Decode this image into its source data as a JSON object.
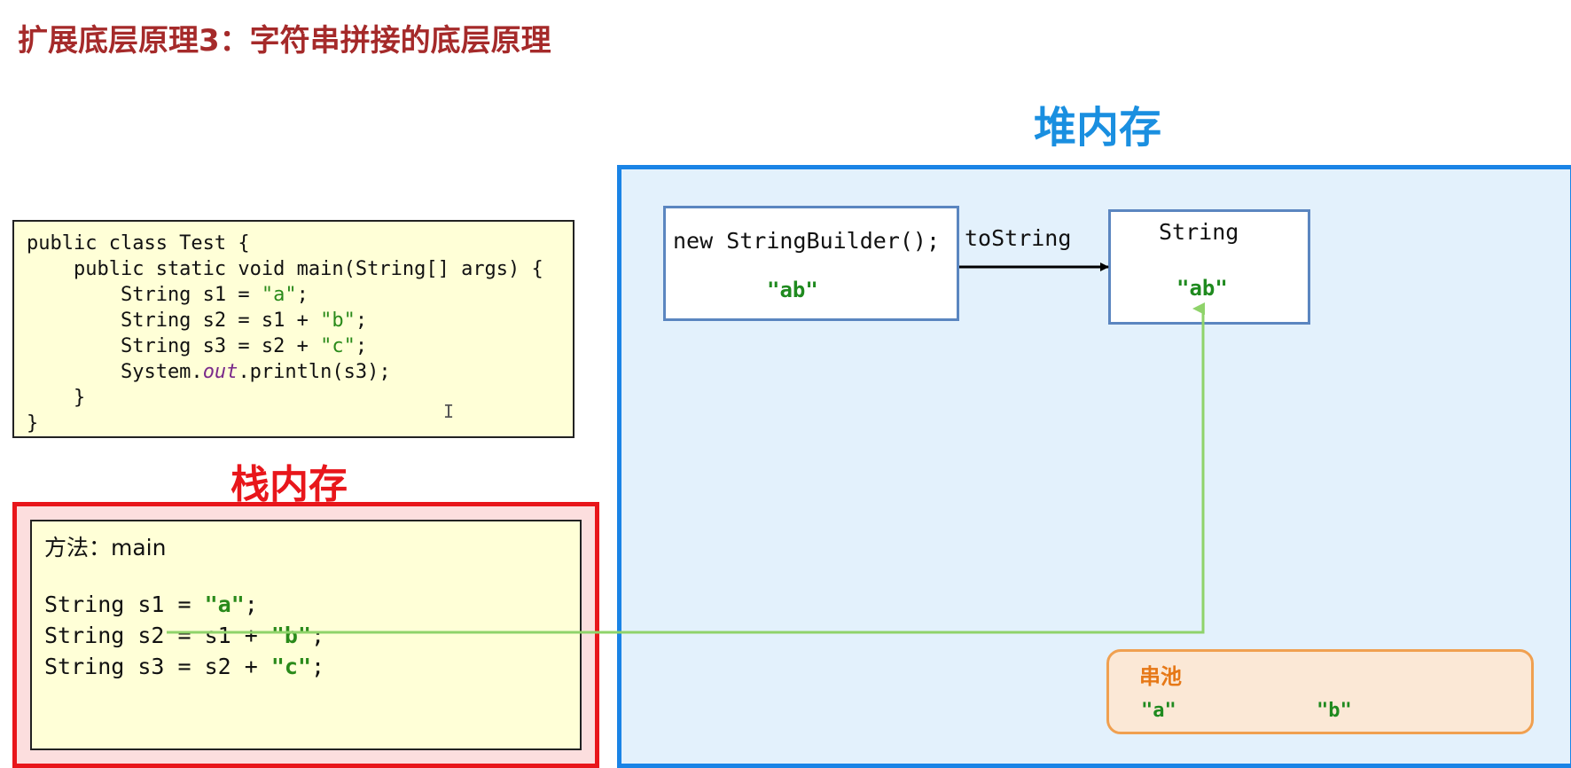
{
  "title": "扩展底层原理3：字符串拼接的底层原理",
  "heap": {
    "label": "堆内存",
    "stringbuilder": {
      "text": "new StringBuilder();",
      "value": "\"ab\""
    },
    "arrow_label": "toString",
    "string_obj": {
      "type": "String",
      "value": "\"ab\""
    },
    "pool": {
      "label": "串池",
      "items": [
        "\"a\"",
        "\"b\""
      ]
    }
  },
  "code": {
    "lines": [
      [
        {
          "t": "public class Test {"
        }
      ],
      [
        {
          "t": "    public static void main(String[] args) {"
        }
      ],
      [
        {
          "t": "        String s1 = "
        },
        {
          "t": "\"a\"",
          "c": "str"
        },
        {
          "t": ";"
        }
      ],
      [
        {
          "t": "        String s2 = s1 + "
        },
        {
          "t": "\"b\"",
          "c": "str"
        },
        {
          "t": ";"
        }
      ],
      [
        {
          "t": "        String s3 = s2 + "
        },
        {
          "t": "\"c\"",
          "c": "str"
        },
        {
          "t": ";"
        }
      ],
      [
        {
          "t": "        System."
        },
        {
          "t": "out",
          "c": "ital"
        },
        {
          "t": ".println(s3);"
        }
      ],
      [
        {
          "t": "    }"
        }
      ],
      [
        {
          "t": "}"
        }
      ]
    ]
  },
  "stack": {
    "label": "栈内存",
    "frame_title": "方法：main",
    "lines": [
      [
        {
          "t": "String s1 = "
        },
        {
          "t": "\"a\"",
          "c": "frame-str"
        },
        {
          "t": ";"
        }
      ],
      [
        {
          "t": "String s2 = s1 + "
        },
        {
          "t": "\"b\"",
          "c": "frame-str"
        },
        {
          "t": ";"
        }
      ],
      [
        {
          "t": "String s3 = s2 + "
        },
        {
          "t": "\"c\"",
          "c": "frame-str"
        },
        {
          "t": ";"
        }
      ]
    ]
  },
  "cursor_glyph": "I",
  "colors": {
    "title": "#a52a2a",
    "heap": "#1a84e6",
    "stack": "#e8161b",
    "string_literal": "#1f8a1f",
    "pool": "#e67817",
    "arrow_green": "#8fd36a"
  }
}
